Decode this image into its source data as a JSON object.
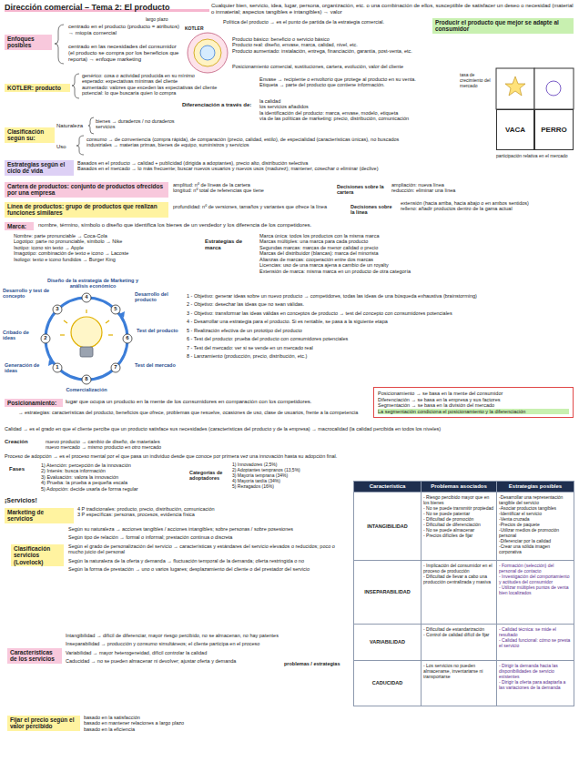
{
  "diagram": {
    "title": "Dirección comercial – Tema 2: El producto",
    "nodes": [
      {
        "text": [
          "Enfoques posibles"
        ]
      },
      {
        "text": [
          "Producir el producto que mejor se adapte al consumidor"
        ]
      },
      {
        "text": [
          "KOTLER: producto"
        ]
      },
      {
        "text": [
          "Clasificación según su:"
        ]
      },
      {
        "text": [
          "Estrategias según el ciclo de vida"
        ]
      },
      {
        "text": [
          "Cartera de productos: conjunto de productos ofrecidos por una empresa"
        ]
      },
      {
        "text": [
          "Línea de productos: grupo de productos que realizan funciones similares"
        ]
      },
      {
        "text": [
          "Marca:"
        ]
      },
      {
        "text": [
          "Posicionamiento:"
        ]
      },
      {
        "text": [
          "Posicionamiento → se basa en la mente del consumidor",
          "Diferenciación → se basa en la empresa y sus factores",
          "Segmentación → se basa en la división del mercado",
          "La segmentación condiciona el posicionamiento y la diferenciación"
        ]
      },
      {
        "text": [
          "Marketing de servicios"
        ]
      },
      {
        "text": [
          "Clasificación servicios (Lovelock)"
        ]
      },
      {
        "text": [
          "Características de los servicios"
        ]
      },
      {
        "text": [
          "Fijar el precio según el valor percibido"
        ]
      },
      {
        "text": [
          "VACA"
        ]
      },
      {
        "text": [
          "PERRO"
        ]
      }
    ],
    "labels": [
      "Cualquier bien, servicio, idea, lugar, persona, organización, etc. o una combinación de ellos, susceptible de satisfacer un deseo o necesidad (material o inmaterial; aspectos tangibles e intangibles) → valor",
      "largo plazo",
      "Política del producto → es el punto de partida de la estrategia comercial.",
      "centrado en el producto (producto = atributos) → miopía comercial",
      "centrado en las necesidades del consumidor (el producto se compra por los beneficios que reporta) → enfoque marketing",
      "KOTLER",
      "Producto básico: beneficio o servicio básico",
      "Producto real: diseño, envase, marca, calidad, nivel, etc.",
      "Producto aumentado: instalación, entrega, financiación, garantía, post-venta, etc.",
      "Posicionamiento comercial, sustituciones, cartera, evolución, valor del cliente",
      "genérico: cosa o actividad producida en su mínimo",
      "esperado: expectativas mínimas del cliente",
      "aumentado: valores que exceden las expectativas del cliente",
      "potencial: lo que buscaría quien lo compra",
      "Envase → recipiente o envoltorio que protege al producto en su venta.",
      "Etiqueta → parte del producto que contiene información.",
      "tasa de crecimiento del mercado",
      "participación relativa en el mercado",
      "Diferenciación a través de:",
      "la calidad",
      "los servicios añadidos",
      "la identificación del producto: marca, envase, modelo, etiqueta",
      "vía de las políticas de marketing: precio, distribución, comunicación",
      "Naturaleza",
      "bienes → duraderos / no duraderos",
      "servicios",
      "Uso",
      "consumo → de conveniencia (compra rápida), de comparación (precio, calidad, estilo), de especialidad (características únicas), no buscados",
      "industriales → materias primas, bienes de equipo, suministros y servicios",
      "Basados en el producto → calidad + publicidad (dirigida a adoptantes), precio alto, distribución selectiva",
      "Basados en el mercado → lo más frecuente; buscar nuevos usuarios y nuevos usos (madurez); mantener, cosechar o eliminar (declive)",
      "amplitud: nº de líneas de la cartera",
      "longitud: nº total de referencias que tiene",
      "Decisiones sobre la cartera",
      "ampliación: nueva línea",
      "reducción: eliminar una línea",
      "profundidad: nº de versiones, tamaños y variantes que ofrece la línea",
      "Decisiones sobre la línea",
      "extensión (hacia arriba, hacia abajo o en ambos sentidos)",
      "relleno: añadir productos dentro de la gama actual",
      "nombre, término, símbolo o diseño que identifica los bienes de un vendedor y los diferencia de los competidores.",
      "Nombre: parte pronunciable → Coca-Cola",
      "Logotipo: parte no pronunciable, símbolo → Nike",
      "Isotipo: icono sin texto → Apple",
      "Imagotipo: combinación de texto e icono → Lacoste",
      "Isologo: texto e icono fundidos → Burger King",
      "Estrategias de marca",
      "Marca única: todos los productos con la misma marca",
      "Marcas múltiples: una marca para cada producto",
      "Segundas marcas: marcas de menor calidad o precio",
      "Marcas del distribuidor (blancas): marca del minorista",
      "Alianzas de marcas: cooperación entre dos marcas",
      "Licencias: uso de una marca ajena a cambio de un royalty",
      "Extensión de marca: misma marca en un producto de otra categoría",
      "Diseño de la estrategia de Marketing y análisis económico",
      "Desarrollo del producto",
      "Test del producto",
      "Test del mercado",
      "Comercialización",
      "Generación de ideas",
      "Cribado de ideas",
      "Desarrollo y test de concepto",
      "1",
      "2",
      "3",
      "4",
      "5",
      "6",
      "7",
      "8",
      "1 - Objetivo: generar ideas sobre un nuevo producto → competidores, todas las ideas de una búsqueda exhaustiva (brainstorming)",
      "2 - Objetivo: desechar las ideas que no sean válidas.",
      "3 - Objetivo: transformar las ideas válidas en conceptos de producto → test del concepto con consumidores potenciales",
      "4 - Desarrollar una estrategia para el producto. Si es rentable, se pasa a la siguiente etapa",
      "5 - Realización efectiva de un prototipo del producto",
      "6 - Test del producto: prueba del producto con consumidores potenciales",
      "7 - Test del mercado: ver si se vende en un mercado real",
      "8 - Lanzamiento (producción, precio, distribución, etc.)",
      "lugar que ocupa un producto en la mente de los consumidores en comparación con los competidores.",
      "→ estrategias: características del producto, beneficios que ofrece, problemas que resuelve, ocasiones de uso, clase de usuarios, frente a la competencia",
      "Calidad → es el grado en que el cliente percibe que un producto satisface sus necesidades (características del producto y de la empresa) → macrocalidad (la calidad percibida en todos los niveles)",
      "Creación",
      "nuevo producto → cambio de diseño, de materiales",
      "nuevo mercado → mismo producto en otro mercado",
      "Proceso de adopción → es el proceso mental por el que pasa un individuo desde que conoce por primera vez una innovación hasta su adopción final.",
      "Fases",
      "1) Atención: percepción de la innovación",
      "2) Interés: busca información",
      "3) Evaluación: valora la innovación",
      "4) Prueba: la prueba a pequeña escala",
      "5) Adopción: decide usarla de forma regular",
      "Categorías de adoptadores",
      "1) Innovadores (2,5%)",
      "2) Adoptantes tempranos (13,5%)",
      "3) Mayoría temprana (34%)",
      "4) Mayoría tardía (34%)",
      "5) Rezagados (16%)",
      "¡Servicios!",
      "4 P tradicionales: producto, precio, distribución, comunicación",
      "3 P específicas: personas, procesos, evidencia física",
      "Según su naturaleza → acciones tangibles / acciones intangibles; sobre personas / sobre posesiones",
      "Según tipo de relación → formal o informal; prestación continua o discreta",
      "Según el grado de personalización del servicio → características y estándares del servicio elevados o reducidos; poco o mucho juicio del personal",
      "Según la naturaleza de la oferta y demanda → fluctuación temporal de la demanda; oferta restringida o no",
      "Según la forma de prestación → uno o varios lugares; desplazamiento del cliente o del prestador del servicio",
      "Intangibilidad → difícil de diferenciar, mayor riesgo percibido, no se almacenan, no hay patentes",
      "Inseparabilidad → producción y consumo simultáneos; el cliente participa en el proceso",
      "Variabilidad → mayor heterogeneidad, difícil controlar la calidad",
      "Caducidad → no se pueden almacenar ni devolver; ajustar oferta y demanda",
      "problemas / estrategias",
      "basado en la satisfacción",
      "basado en mantener relaciones a largo plazo",
      "basado en la eficiencia",
      "Característica",
      "Problemas asociados",
      "Estrategias posibles",
      "INTANGIBILIDAD",
      "- Riesgo percibido mayor que en los bienes",
      "- No se puede transmitir propiedad",
      "- No se puede patentar",
      "- Dificultad de promoción",
      "- Dificultad de diferenciación",
      "- No se puede almacenar",
      "- Precios difíciles de fijar",
      "-Desarrollar una representación tangible del servicio",
      "-Asociar productos tangibles",
      "-Identificar el servicio",
      "-Venta cruzada",
      "-Precios de paquete",
      "-Utilizar medios de promoción personal",
      "-Diferenciar por la calidad",
      "-Crear una sólida imagen corporativa",
      "INSEPARABILIDAD",
      "- Implicación del consumidor en el proceso de producción",
      "- Dificultad de llevar a cabo una producción centralizada y masiva",
      "- Formación (selección) del personal de contacto",
      "- Investigación del comportamiento y actitudes del consumidor",
      "- Utilizar múltiples puntos de venta bien localizados",
      "VARIABILIDAD",
      "- Dificultad de estandarización",
      "- Control de calidad difícil de fijar",
      "- Calidad técnica: se mide el resultado",
      "- Calidad funcional: cómo se presta el servicio",
      "CADUCIDAD",
      "- Los servicios no pueden almacenarse, inventariarse ni transportarse",
      "- Dirigir la demanda hacia las disponibilidades de servicio existentes",
      "- Dirigir la oferta para adaptarla a las variaciones de la demanda"
    ]
  }
}
